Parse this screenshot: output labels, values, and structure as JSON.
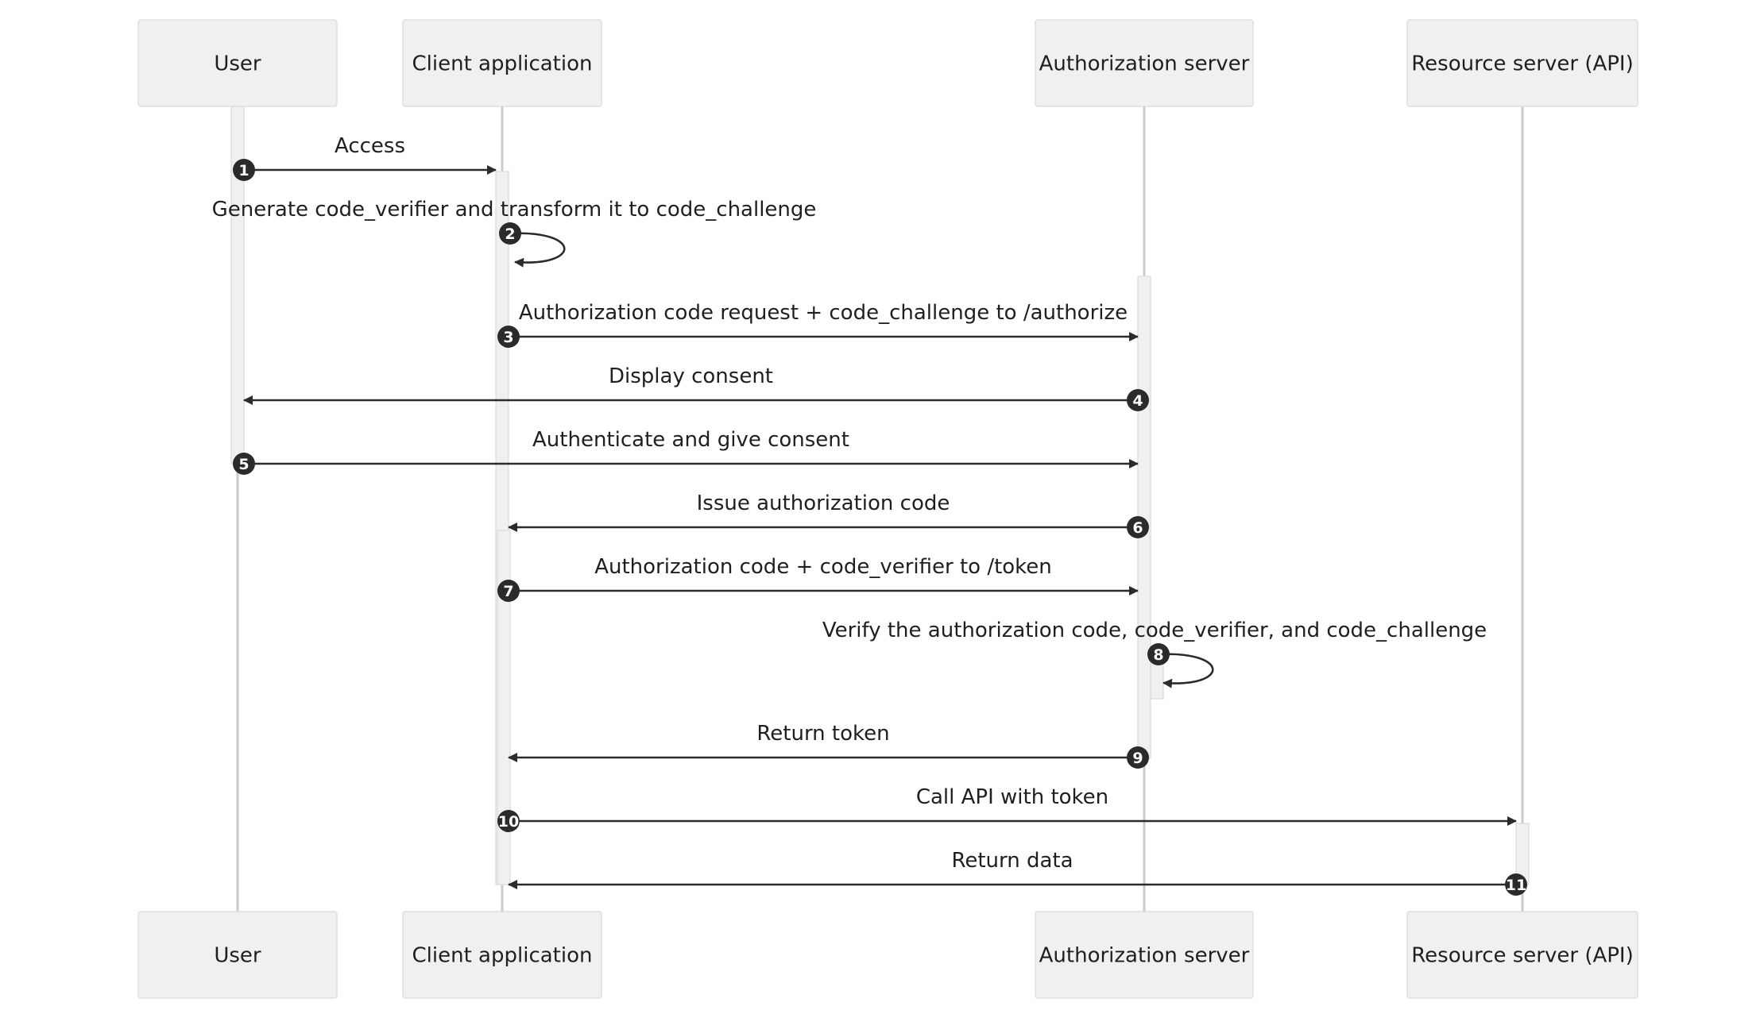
{
  "diagram": {
    "type": "sequence",
    "actors": [
      {
        "id": "user",
        "label": "User"
      },
      {
        "id": "client",
        "label": "Client application"
      },
      {
        "id": "auth",
        "label": "Authorization server"
      },
      {
        "id": "resource",
        "label": "Resource server (API)"
      }
    ],
    "messages": [
      {
        "num": "1",
        "from": "user",
        "to": "client",
        "label": "Access"
      },
      {
        "num": "2",
        "from": "client",
        "to": "client",
        "label": "Generate code_verifier and transform it to code_challenge"
      },
      {
        "num": "3",
        "from": "client",
        "to": "auth",
        "label": "Authorization code request + code_challenge to /authorize"
      },
      {
        "num": "4",
        "from": "auth",
        "to": "user",
        "label": "Display consent"
      },
      {
        "num": "5",
        "from": "user",
        "to": "auth",
        "label": "Authenticate and give consent"
      },
      {
        "num": "6",
        "from": "auth",
        "to": "client",
        "label": "Issue authorization code"
      },
      {
        "num": "7",
        "from": "client",
        "to": "auth",
        "label": "Authorization code + code_verifier to /token"
      },
      {
        "num": "8",
        "from": "auth",
        "to": "auth",
        "label": "Verify the authorization code, code_verifier, and code_challenge"
      },
      {
        "num": "9",
        "from": "auth",
        "to": "client",
        "label": "Return token"
      },
      {
        "num": "10",
        "from": "client",
        "to": "resource",
        "label": "Call API with token"
      },
      {
        "num": "11",
        "from": "resource",
        "to": "client",
        "label": "Return data"
      }
    ]
  }
}
